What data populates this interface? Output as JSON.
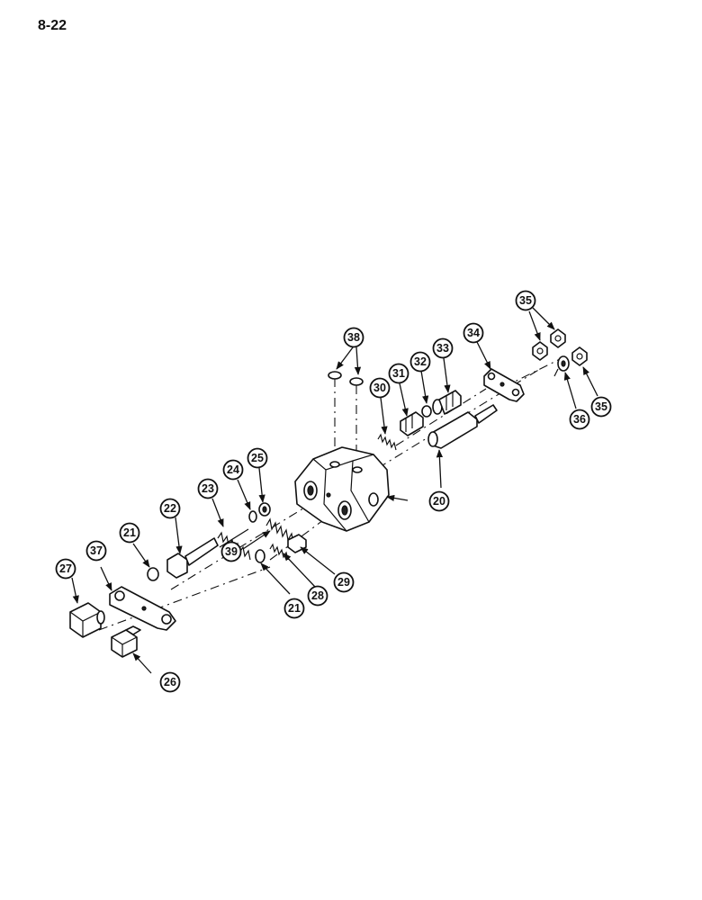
{
  "page": {
    "number": "8-22"
  },
  "callouts": {
    "c20": "20",
    "c21a": "21",
    "c21b": "21",
    "c22": "22",
    "c23": "23",
    "c24": "24",
    "c25": "25",
    "c26": "26",
    "c27": "27",
    "c28": "28",
    "c29": "29",
    "c30": "30",
    "c31": "31",
    "c32": "32",
    "c33": "33",
    "c34": "34",
    "c35a": "35",
    "c35b": "35",
    "c36": "36",
    "c37": "37",
    "c38": "38",
    "c39": "39"
  }
}
